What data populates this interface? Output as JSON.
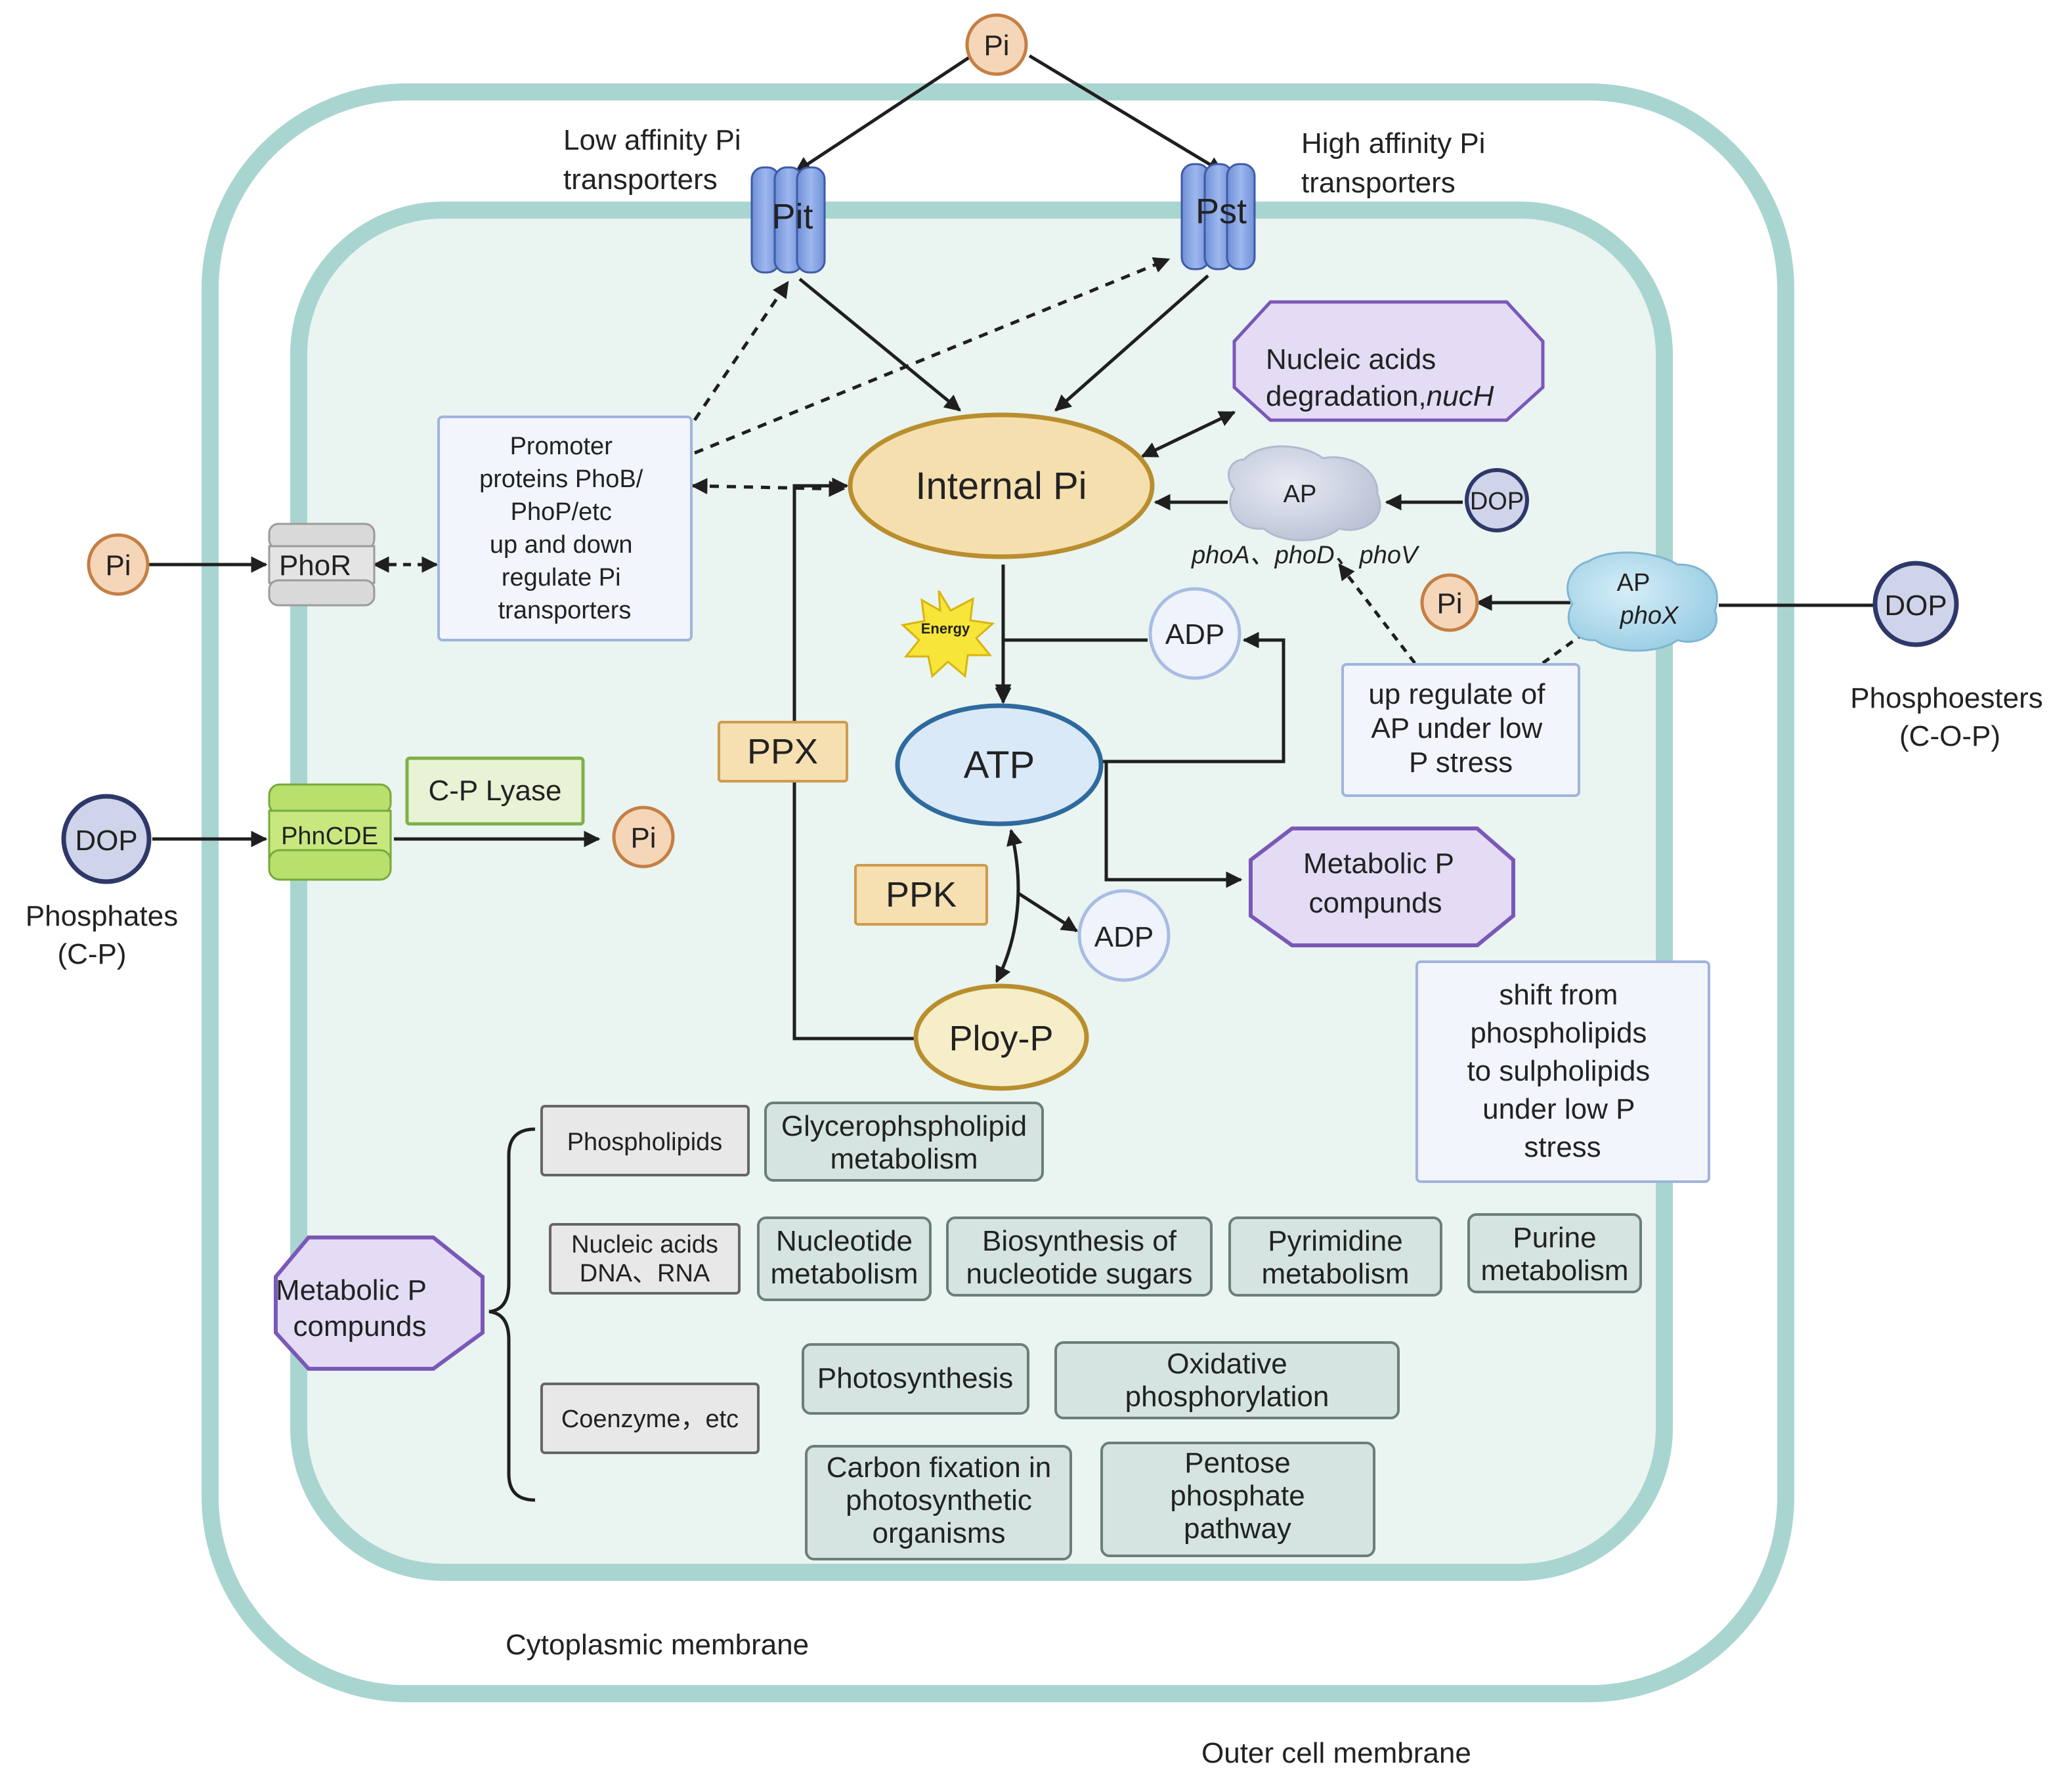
{
  "colors": {
    "outer_membrane": "#a9d5d1",
    "cytoplasm_fill": "#eaf4f1",
    "pi_fill": "#f6d6b8",
    "pi_stroke": "#c47f44",
    "dop_fill": "#cfd4ea",
    "dop_stroke": "#2e3868",
    "internal_pi_fill": "#f6dfae",
    "internal_pi_stroke": "#b98e2e",
    "atp_fill": "#dae9f8",
    "atp_stroke": "#2f6a9e",
    "enzyme_fill": "#f6dfb1",
    "enzyme_stroke": "#cf9b4e",
    "metabolic_fill": "#e4dcf5",
    "metabolic_stroke": "#7a58b8",
    "pathway_fill": "#d5e4e0",
    "pathway_stroke": "#6b7e7a"
  },
  "icons": {
    "transporter": "membrane-channel-icon",
    "ap_enzyme": "enzyme-blob-icon",
    "energy": "energy-burst-icon"
  },
  "labels": {
    "pi_top": "Pi",
    "low_affinity_line1": "Low affinity Pi",
    "low_affinity_line2": "transporters",
    "high_affinity_line1": "High affinity Pi",
    "high_affinity_line2": "transporters",
    "pit": "Pit",
    "pst": "Pst",
    "nucleic_line1": "Nucleic acids",
    "nucleic_line2": "degradation,",
    "nucleic_italic": "nucH",
    "promoter_lines": [
      "Promoter",
      "proteins PhoB/",
      "PhoP/etc",
      "up and down",
      "regulate Pi",
      "transporters"
    ],
    "internal_pi": "Internal Pi",
    "ap_inner": "AP",
    "dop_inner": "DOP",
    "pho_genes": "phoA、phoD、phoV",
    "pi_left": "Pi",
    "phor": "PhoR",
    "pi_right_inner": "Pi",
    "ap_outer": "AP",
    "phox": "phoX",
    "dop_right": "DOP",
    "phosphoesters_line1": "Phosphoesters",
    "phosphoesters_line2": "(C-O-P)",
    "energy": "Energy",
    "adp_top": "ADP",
    "up_regulate_lines": [
      "up regulate of",
      "AP under low",
      "P stress"
    ],
    "ppx": "PPX",
    "atp": "ATP",
    "cp_lyase": "C-P Lyase",
    "dop_left": "DOP",
    "phncde": "PhnCDE",
    "pi_phn": "Pi",
    "phosphates_line1": "Phosphates",
    "phosphates_line2": "(C-P)",
    "ppk": "PPK",
    "metabolic_right_line1": "Metabolic P",
    "metabolic_right_line2": "compunds",
    "adp_bottom": "ADP",
    "ploy_p": "Ploy-P",
    "shift_lines": [
      "shift from",
      "phospholipids",
      "to sulpholipids",
      "under low P",
      "stress"
    ],
    "metabolic_left_line1": "Metabolic P",
    "metabolic_left_line2": "compunds",
    "phospholipids": "Phospholipids",
    "nucleic_dna_line1": "Nucleic acids",
    "nucleic_dna_line2": "DNA、RNA",
    "coenzyme": "Coenzyme，etc",
    "cytoplasmic_membrane": "Cytoplasmic membrane",
    "outer_cell_membrane": "Outer cell membrane"
  },
  "pathways": {
    "glycero": [
      "Glycerophspholipid",
      "metabolism"
    ],
    "nucleotide": [
      "Nucleotide",
      "metabolism"
    ],
    "biosynthesis": [
      "Biosynthesis of",
      "nucleotide sugars"
    ],
    "pyrimidine": [
      "Pyrimidine",
      "metabolism"
    ],
    "purine": [
      "Purine",
      "metabolism"
    ],
    "photosynthesis": [
      "Photosynthesis"
    ],
    "oxidative": [
      "Oxidative",
      "phosphorylation"
    ],
    "carbon": [
      "Carbon fixation in",
      "photosynthetic",
      "organisms"
    ],
    "pentose": [
      "Pentose",
      "phosphate",
      "pathway"
    ]
  }
}
